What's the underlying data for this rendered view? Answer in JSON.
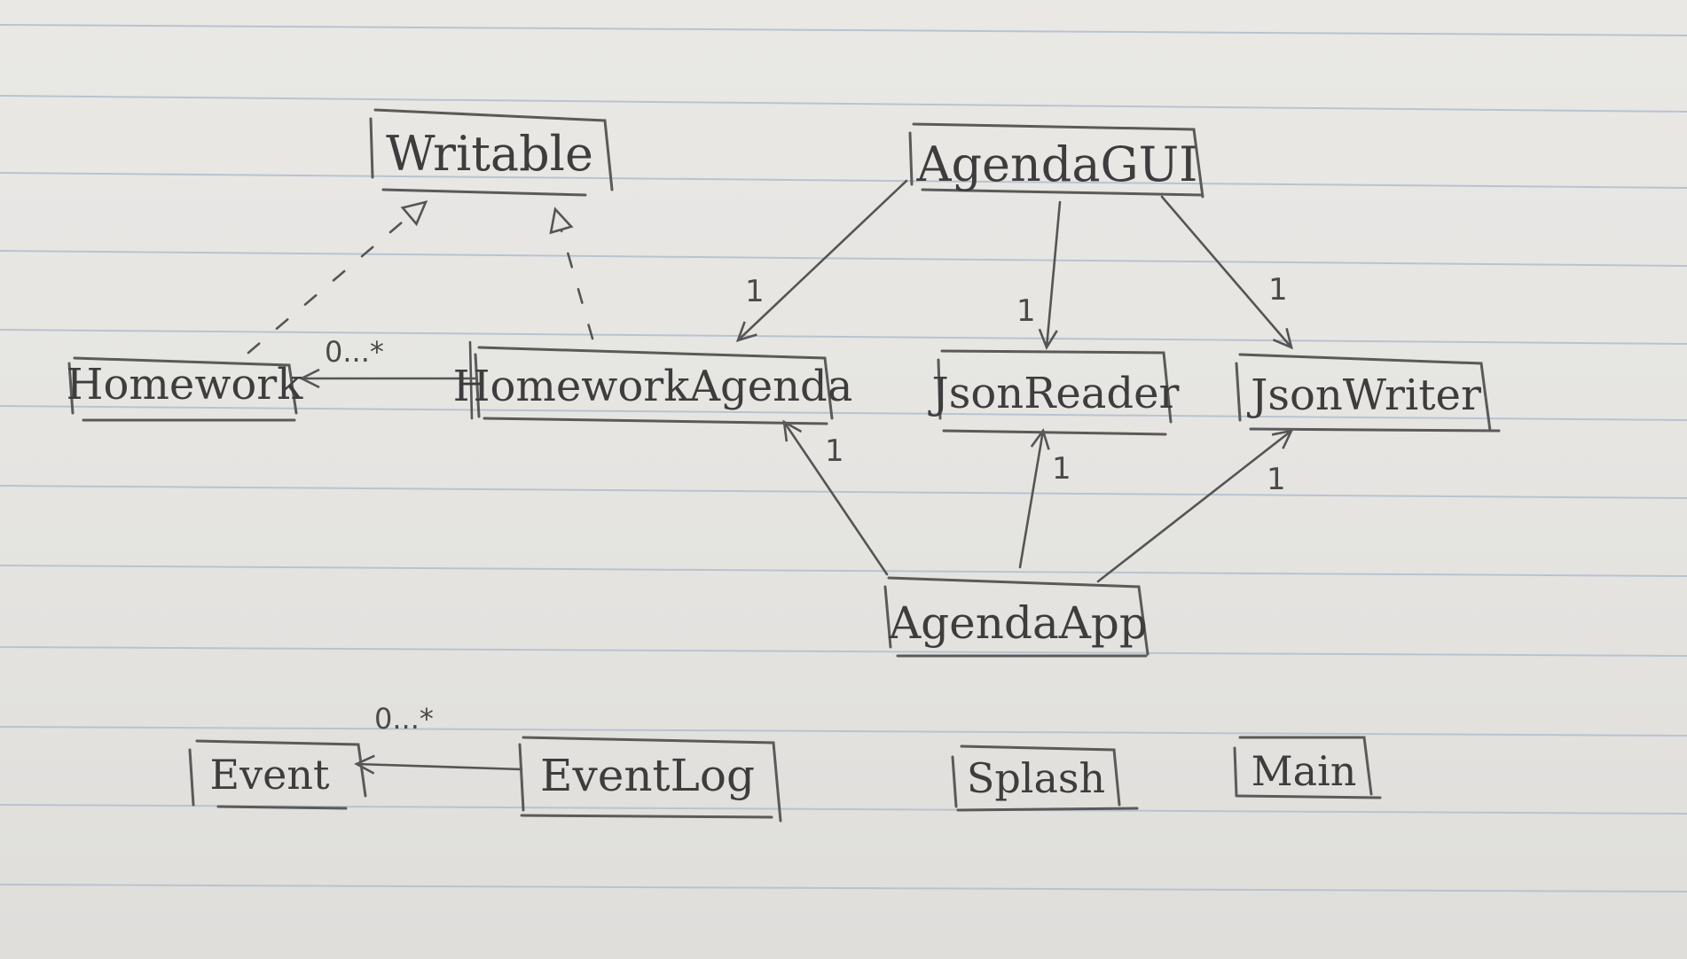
{
  "classes": {
    "writable": "Writable",
    "agenda_gui": "AgendaGUI",
    "homework": "Homework",
    "homework_agenda": "HomeworkAgenda",
    "json_reader": "JsonReader",
    "json_writer": "JsonWriter",
    "agenda_app": "AgendaApp",
    "event": "Event",
    "event_log": "EventLog",
    "splash": "Splash",
    "main": "Main"
  },
  "multiplicities": {
    "homework_agenda_to_homework": "0...*",
    "event_log_to_event": "0...*",
    "gui_to_homework_agenda": "1",
    "gui_to_json_reader": "1",
    "gui_to_json_writer": "1",
    "app_to_homework_agenda": "1",
    "app_to_json_reader": "1",
    "app_to_json_writer": "1"
  },
  "colors": {
    "ink": "#4a4a4a",
    "paper": "#e6e5e2",
    "rule": "#b9c3cf"
  }
}
